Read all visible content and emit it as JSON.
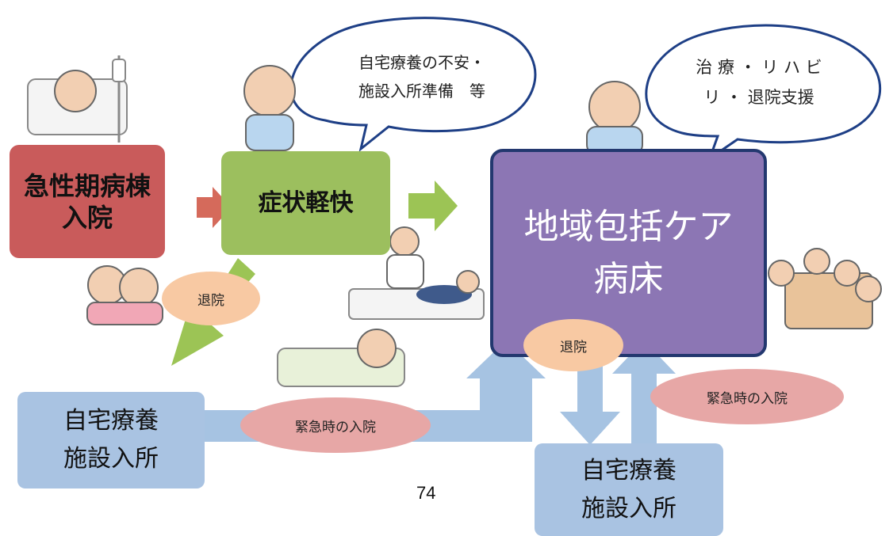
{
  "nodes": {
    "acute": "急性期病棟\n入院",
    "recovery": "症状軽快",
    "community": "地域包括ケア\n病床",
    "home_left": "自宅療養\n施設入所",
    "home_right": "自宅療養\n施設入所"
  },
  "bubbles": {
    "left": "自宅療養の不安・\n施設入所準備　等",
    "right": "治 療 ・ リ ハ ビ\nリ ・ 退院支援"
  },
  "ovals": {
    "discharge_left": "退院",
    "discharge_right": "退院",
    "emergency_left": "緊急時の入院",
    "emergency_right": "緊急時の入院"
  },
  "page_number": "74",
  "colors": {
    "acute": "#c95b5b",
    "recovery": "#9cbf5e",
    "community": "#8c76b4",
    "home": "#a9c3e2",
    "oval_peach": "#f8c9a3",
    "oval_pink": "#e7a7a6",
    "arrow_red": "#d56a5b",
    "arrow_green": "#9cc455",
    "arrow_blue": "#a6c3e2"
  }
}
